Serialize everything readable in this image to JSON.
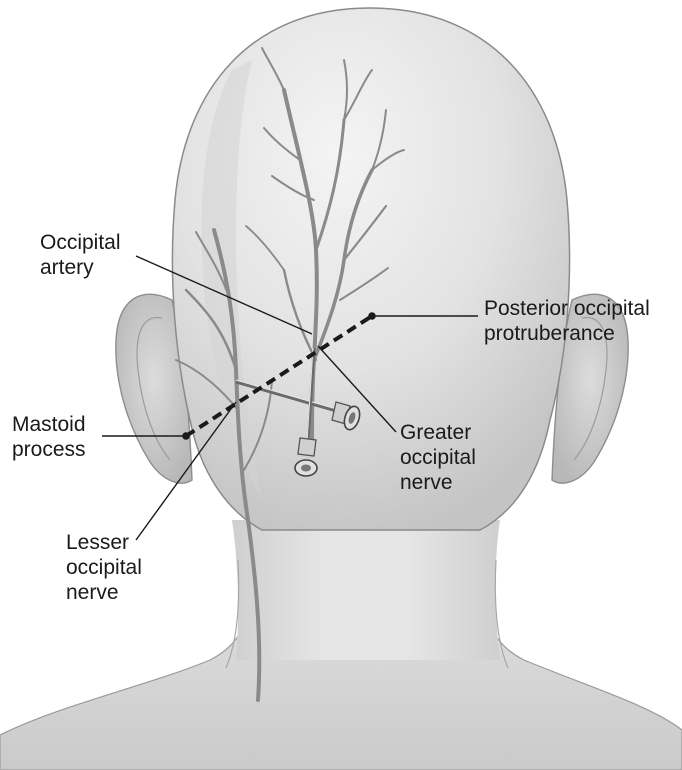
{
  "labels": {
    "occipital_artery": [
      "Occipital",
      "artery"
    ],
    "posterior_occipital_protuberance": [
      "Posterior occipital",
      "protruberance"
    ],
    "mastoid_process": [
      "Mastoid",
      "process"
    ],
    "greater_occipital_nerve": [
      "Greater",
      "occipital",
      "nerve"
    ],
    "lesser_occipital_nerve": [
      "Lesser",
      "occipital",
      "nerve"
    ]
  }
}
